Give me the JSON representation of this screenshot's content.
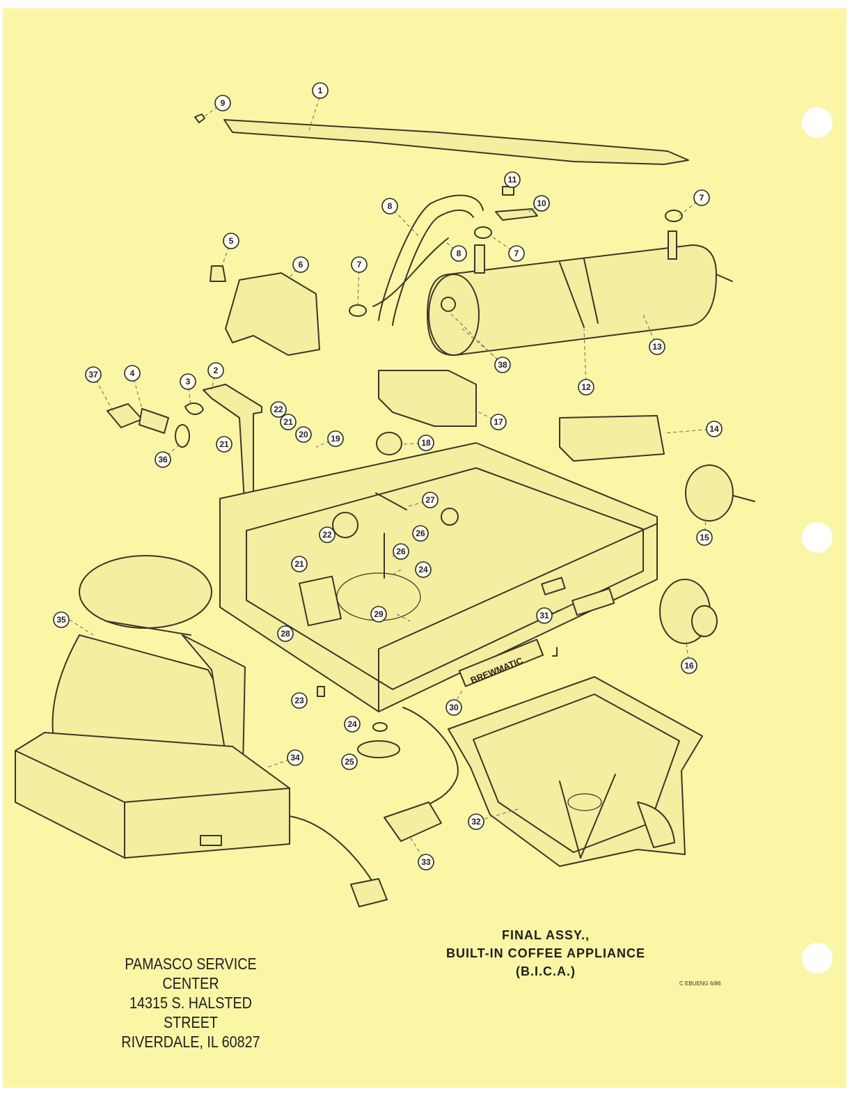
{
  "sheet": {
    "background": "#faf6a6",
    "punch_holes": 3
  },
  "title_block": {
    "line1": "FINAL ASSY.,",
    "line2": "BUILT-IN COFFEE APPLIANCE",
    "line3": "(B.I.C.A.)",
    "drawing_code": "C EBUENG 6/86"
  },
  "dealer_stamp": {
    "line1": "PAMASCO SERVICE CENTER",
    "line2": "14315 S. HALSTED STREET",
    "line3": "RIVERDALE, IL  60827"
  },
  "brand_plate": {
    "text": "BREWMATIC"
  },
  "callouts": [
    "1",
    "2",
    "3",
    "4",
    "5",
    "6",
    "7",
    "7",
    "7",
    "7",
    "8",
    "8",
    "9",
    "10",
    "11",
    "12",
    "13",
    "14",
    "15",
    "16",
    "17",
    "18",
    "19",
    "20",
    "21",
    "21",
    "21",
    "22",
    "22",
    "23",
    "24",
    "24",
    "25",
    "26",
    "26",
    "27",
    "28",
    "29",
    "30",
    "31",
    "32",
    "33",
    "34",
    "35",
    "36",
    "37",
    "38"
  ]
}
